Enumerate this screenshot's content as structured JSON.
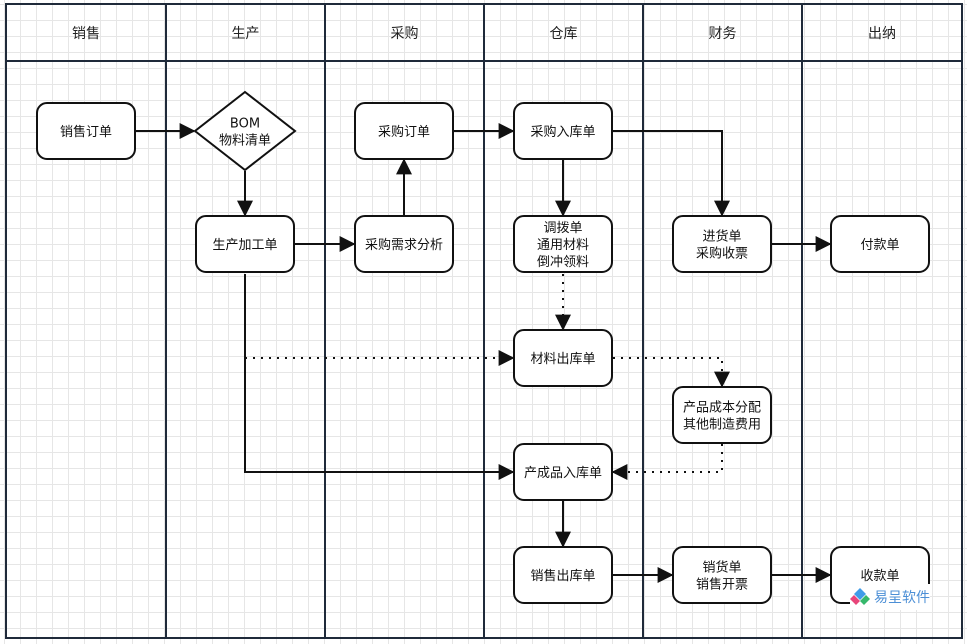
{
  "lanes": [
    {
      "id": "sales",
      "label": "销售"
    },
    {
      "id": "production",
      "label": "生产"
    },
    {
      "id": "purchase",
      "label": "采购"
    },
    {
      "id": "warehouse",
      "label": "仓库"
    },
    {
      "id": "finance",
      "label": "财务"
    },
    {
      "id": "cashier",
      "label": "出纳"
    }
  ],
  "nodes": [
    {
      "id": "sales-order",
      "shape": "rect",
      "lines": [
        "销售订单"
      ]
    },
    {
      "id": "bom",
      "shape": "diamond",
      "lines": [
        "BOM",
        "物料清单"
      ]
    },
    {
      "id": "purchase-order",
      "shape": "rect",
      "lines": [
        "采购订单"
      ]
    },
    {
      "id": "purchase-inbound",
      "shape": "rect",
      "lines": [
        "采购入库单"
      ]
    },
    {
      "id": "production-order",
      "shape": "rect",
      "lines": [
        "生产加工单"
      ]
    },
    {
      "id": "purchase-demand",
      "shape": "rect",
      "lines": [
        "采购需求分析"
      ]
    },
    {
      "id": "transfer",
      "shape": "rect",
      "lines": [
        "调拨单",
        "通用材料",
        "倒冲领料"
      ]
    },
    {
      "id": "purchase-invoice",
      "shape": "rect",
      "lines": [
        "进货单",
        "采购收票"
      ]
    },
    {
      "id": "payment",
      "shape": "rect",
      "lines": [
        "付款单"
      ]
    },
    {
      "id": "material-outbound",
      "shape": "rect",
      "lines": [
        "材料出库单"
      ]
    },
    {
      "id": "cost-allocation",
      "shape": "rect",
      "lines": [
        "产品成本分配",
        "其他制造费用"
      ]
    },
    {
      "id": "product-inbound",
      "shape": "rect",
      "lines": [
        "产成品入库单"
      ]
    },
    {
      "id": "sales-outbound",
      "shape": "rect",
      "lines": [
        "销售出库单"
      ]
    },
    {
      "id": "sales-invoice",
      "shape": "rect",
      "lines": [
        "销货单",
        "销售开票"
      ]
    },
    {
      "id": "receipt",
      "shape": "rect",
      "lines": [
        "收款单"
      ]
    }
  ],
  "edges": [
    {
      "from": "sales-order",
      "to": "bom",
      "style": "solid"
    },
    {
      "from": "bom",
      "to": "production-order",
      "style": "solid"
    },
    {
      "from": "production-order",
      "to": "purchase-demand",
      "style": "solid"
    },
    {
      "from": "purchase-demand",
      "to": "purchase-order",
      "style": "solid"
    },
    {
      "from": "purchase-order",
      "to": "purchase-inbound",
      "style": "solid"
    },
    {
      "from": "purchase-inbound",
      "to": "transfer",
      "style": "solid"
    },
    {
      "from": "purchase-inbound",
      "to": "purchase-invoice",
      "style": "solid"
    },
    {
      "from": "purchase-invoice",
      "to": "payment",
      "style": "solid"
    },
    {
      "from": "transfer",
      "to": "material-outbound",
      "style": "dotted"
    },
    {
      "from": "production-order",
      "to": "material-outbound",
      "style": "dotted"
    },
    {
      "from": "material-outbound",
      "to": "cost-allocation",
      "style": "dotted"
    },
    {
      "from": "cost-allocation",
      "to": "product-inbound",
      "style": "dotted"
    },
    {
      "from": "production-order",
      "to": "product-inbound",
      "style": "solid"
    },
    {
      "from": "product-inbound",
      "to": "sales-outbound",
      "style": "solid"
    },
    {
      "from": "sales-outbound",
      "to": "sales-invoice",
      "style": "solid"
    },
    {
      "from": "sales-invoice",
      "to": "receipt",
      "style": "solid"
    }
  ],
  "watermark": {
    "text": "易呈软件",
    "icon": "yicheng-logo-icon"
  },
  "colors": {
    "lane_border": "#1f2a3a",
    "grid": "#e6e6e6",
    "node_stroke": "#111111",
    "watermark": "#4c8fd6"
  }
}
